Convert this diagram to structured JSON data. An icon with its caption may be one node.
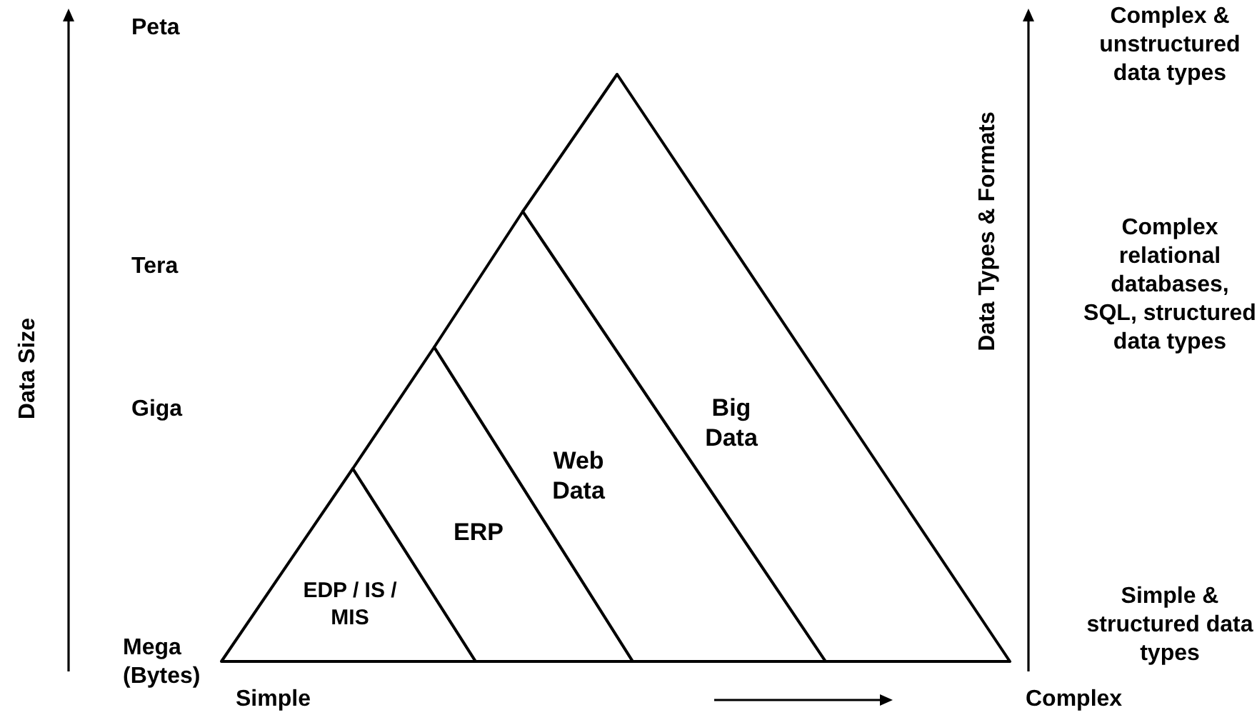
{
  "diagram": {
    "nodes": [
      {
        "text": [
          "EDP / IS / MIS"
        ]
      },
      {
        "text": [
          "ERP"
        ]
      },
      {
        "text": [
          "Web Data"
        ]
      },
      {
        "text": [
          "Big Data"
        ]
      }
    ],
    "edges": [],
    "labels": [
      "Peta",
      "Complex & unstructured data types",
      "Data Size",
      "Data Types & Formats",
      "Tera",
      "Complex relational databases, SQL, structured data types",
      "Giga",
      "Simple & structured data types",
      "Mega (Bytes)",
      "Simple",
      "Complex"
    ]
  }
}
